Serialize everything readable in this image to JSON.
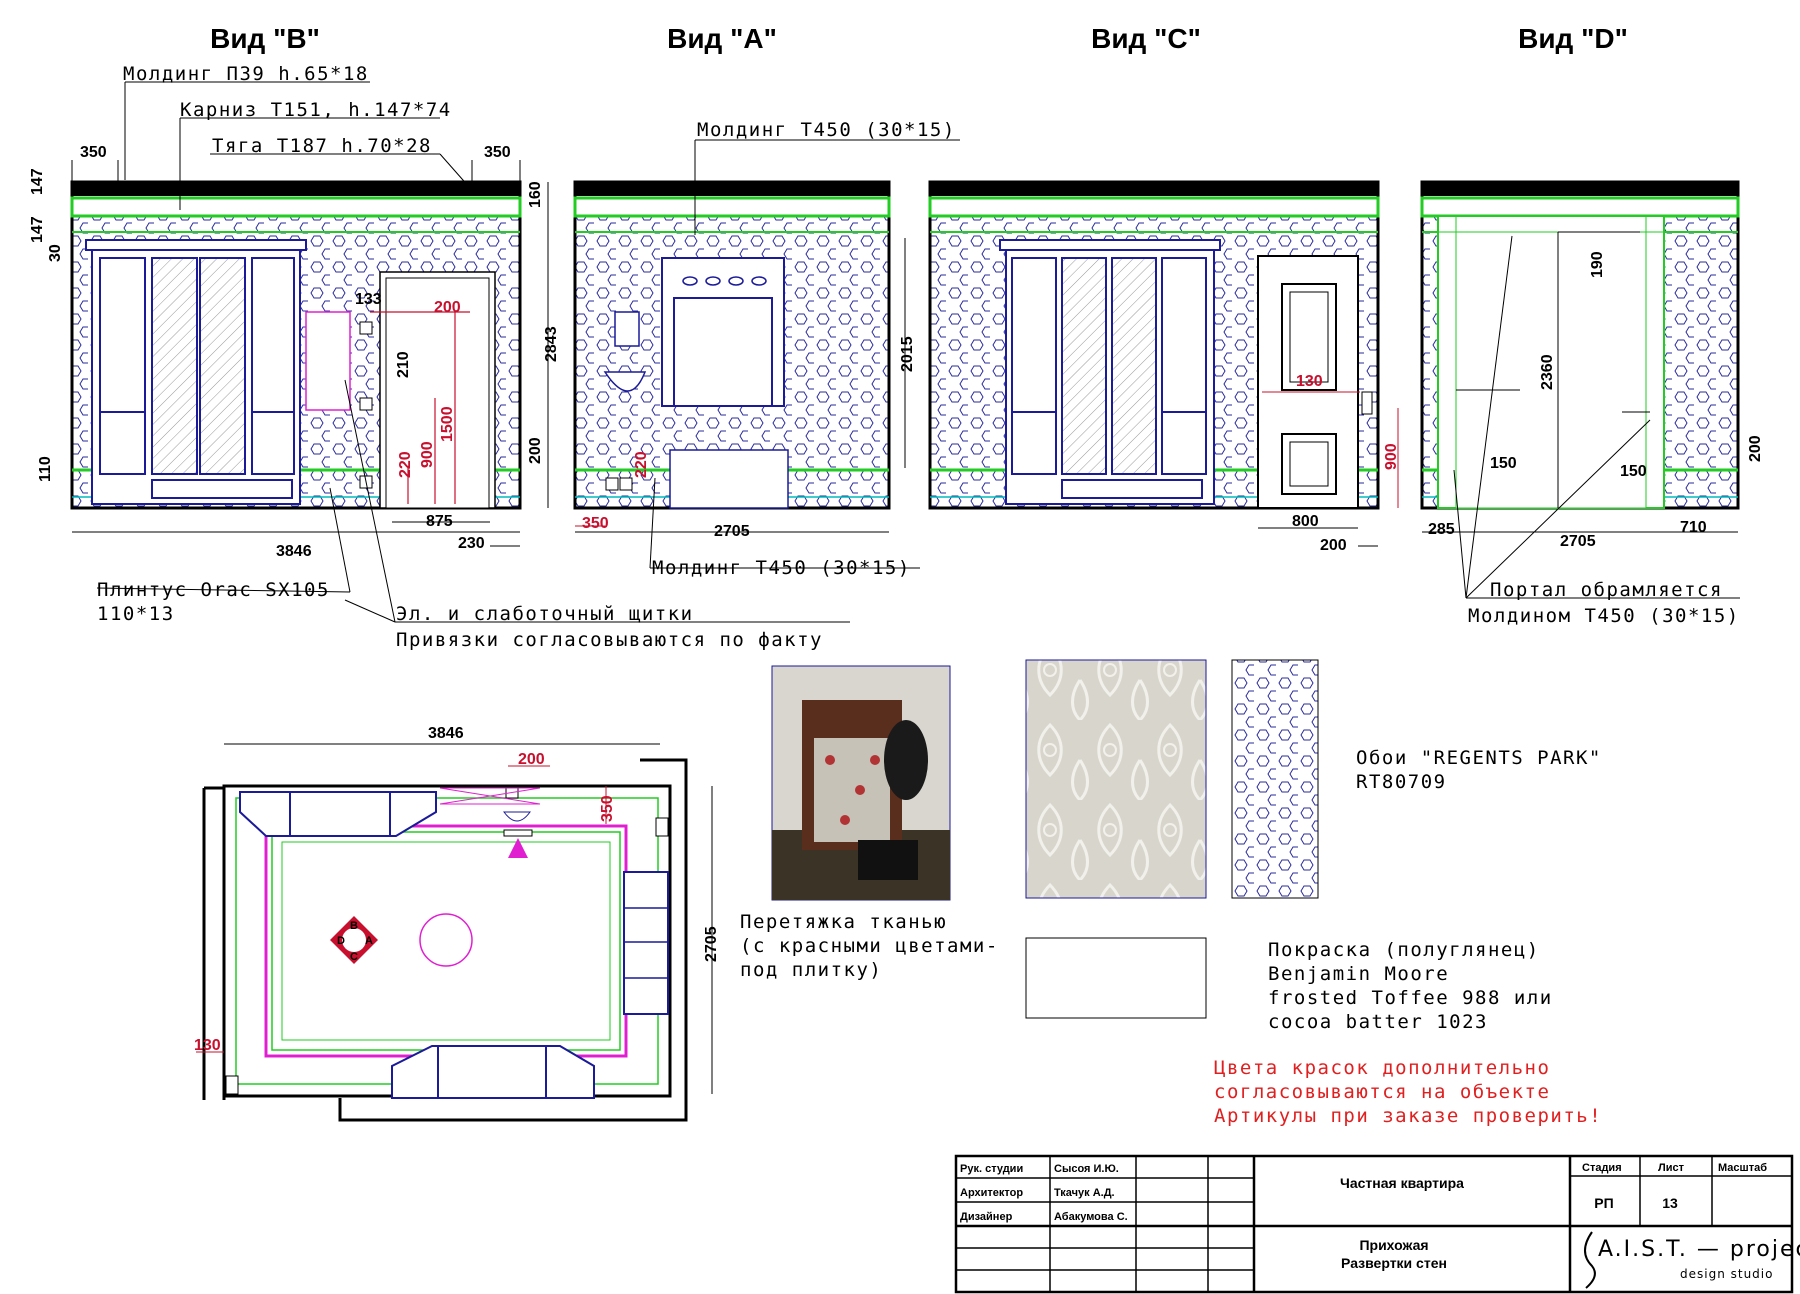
{
  "views": {
    "b_title": "Вид \"B\"",
    "a_title": "Вид \"A\"",
    "c_title": "Вид \"C\"",
    "d_title": "Вид \"D\""
  },
  "callouts": {
    "molding_p39": "Молдинг П39 h.65*18",
    "cornice_t151": "Карниз Т151, h.147*74",
    "rod_t187": "Тяга Т187 h.70*28",
    "molding_t450_top": "Молдинг Т450 (30*15)",
    "molding_t450_bottom": "Молдинг Т450 (30*15)",
    "plinth_l1": "Плинтус Orac SX105",
    "plinth_l2": "110*13",
    "panels_l1": "Эл. и слаботочный щитки",
    "panels_l2": "Привязки согласовываются по факту",
    "portal_l1": "Портал обрамляется",
    "portal_l2": "Молдином Т450 (30*15)"
  },
  "dims_b": {
    "left_350": "350",
    "right_350": "350",
    "h147_a": "147",
    "h147_b": "147",
    "h30": "30",
    "h110": "110",
    "w3846": "3846",
    "w875": "875",
    "w230": "230",
    "h160": "160",
    "h200": "200",
    "r133": "133",
    "r200": "200",
    "r210": "210",
    "r1500": "1500",
    "r900": "900",
    "r220": "220"
  },
  "dims_a": {
    "h2843": "2843",
    "h2015": "2015",
    "w2705": "2705",
    "r350": "350",
    "r220": "220"
  },
  "dims_c": {
    "r130": "130",
    "r900": "900",
    "w800": "800",
    "w200": "200"
  },
  "dims_d": {
    "h190": "190",
    "h2360": "2360",
    "h200": "200",
    "w150a": "150",
    "w150b": "150",
    "w285": "285",
    "w2705": "2705",
    "w710": "710"
  },
  "plan": {
    "w3846": "3846",
    "h2705": "2705",
    "r200": "200",
    "r350": "350",
    "r130": "130",
    "marker_a": "A",
    "marker_b": "B",
    "marker_c": "C",
    "marker_d": "D"
  },
  "materials": {
    "fabric_l1": "Перетяжка тканью",
    "fabric_l2": "(с красными цветами-",
    "fabric_l3": "под плитку)",
    "wallpaper_l1": "Обои \"REGENTS PARK\"",
    "wallpaper_l2": "RT80709",
    "paint_l1": "Покраска (полуглянец)",
    "paint_l2": "Benjamin Moore",
    "paint_l3": "frosted Toffee 988 или",
    "paint_l4": "cocoa batter 1023",
    "warn_l1": "Цвета красок дополнительно",
    "warn_l2": "согласовываются на объекте",
    "warn_l3": "Артикулы при заказе проверить!"
  },
  "title_block": {
    "role1": "Рук. студии",
    "name1": "Сысоя И.Ю.",
    "role2": "Архитектор",
    "name2": "Ткачук А.Д.",
    "role3": "Дизайнер",
    "name3": "Абакумова С.",
    "project": "Частная квартира",
    "sheet_title_l1": "Прихожая",
    "sheet_title_l2": "Развертки стен",
    "stage_h": "Стадия",
    "sheet_h": "Лист",
    "scale_h": "Масштаб",
    "stage": "РП",
    "sheet": "13",
    "studio": "A.I.S.T. — project",
    "studio_sub": "design studio"
  },
  "colors": {
    "molding": "#22cc22",
    "furniture": "#1a1a9a",
    "accent": "#c8102e",
    "magenta": "#e020d0"
  }
}
